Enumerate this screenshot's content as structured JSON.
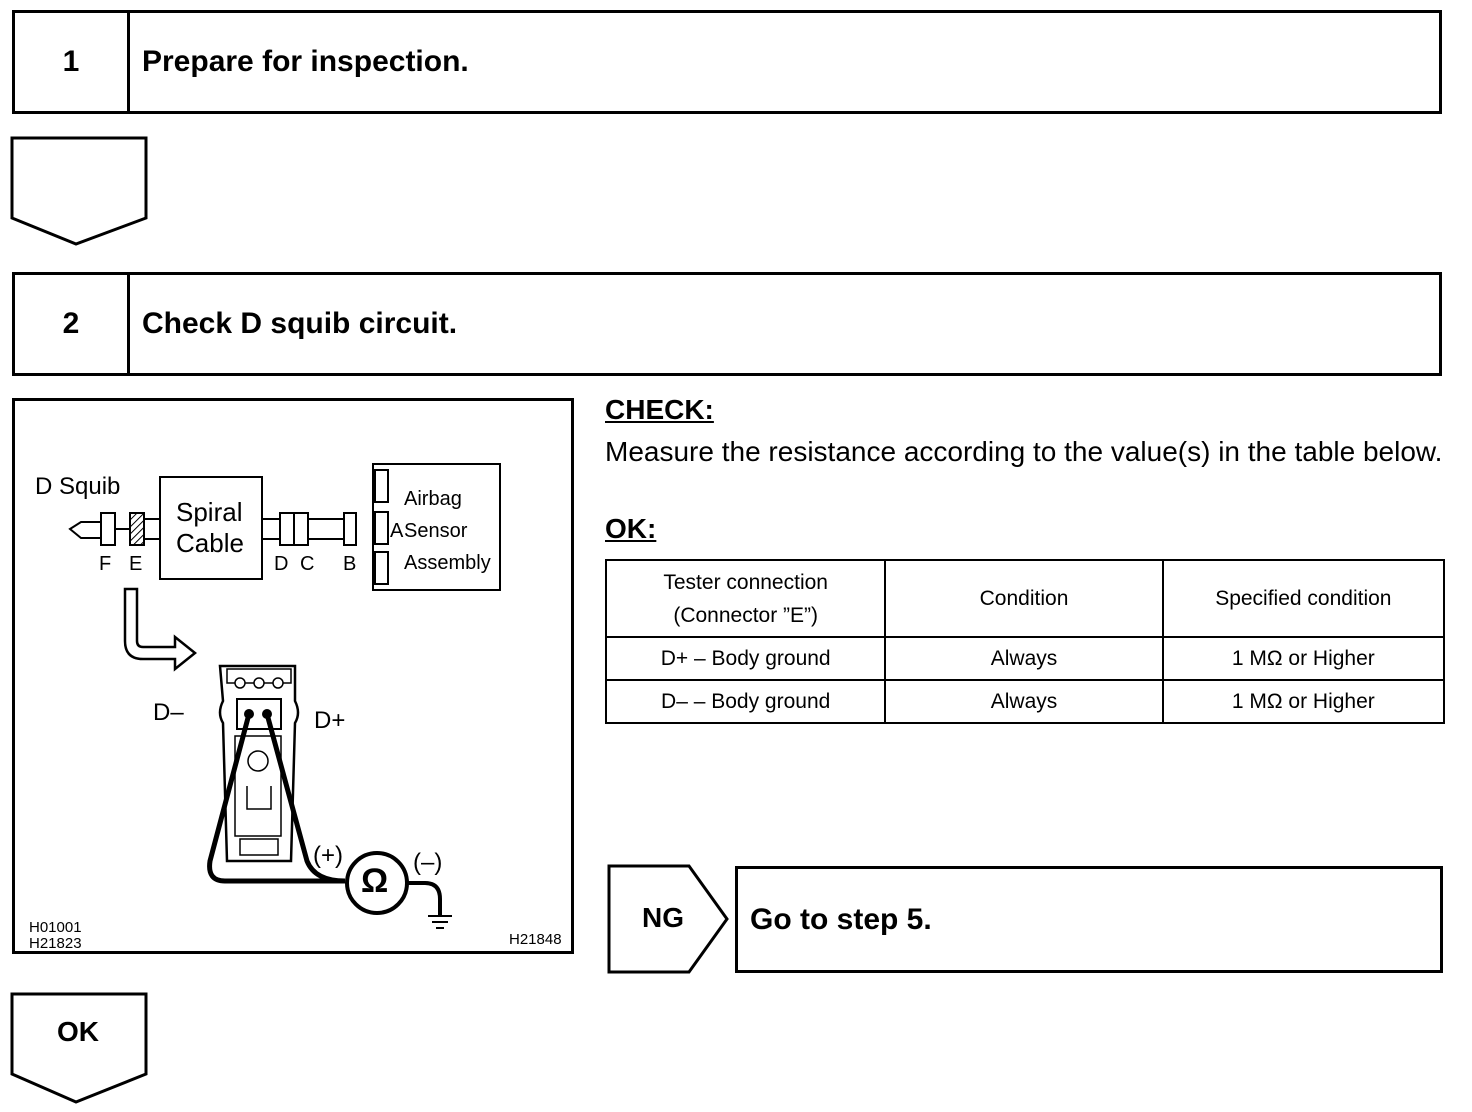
{
  "step1": {
    "number": "1",
    "title": "Prepare for inspection."
  },
  "step2": {
    "number": "2",
    "title": "Check D squib circuit."
  },
  "figure": {
    "d_squib": "D Squib",
    "spiral": "Spiral",
    "cable": "Cable",
    "airbag": "Airbag",
    "sensor_a": "A",
    "sensor": "Sensor",
    "assembly": "Assembly",
    "conn_f": "F",
    "conn_e": "E",
    "conn_d": "D",
    "conn_c": "C",
    "conn_b": "B",
    "d_minus": "D–",
    "d_plus": "D+",
    "plus_lead": "(+)",
    "minus_lead": "(–)",
    "ohm": "Ω",
    "code1": "H01001",
    "code2": "H21823",
    "code3": "H21848"
  },
  "check": {
    "heading": "CHECK:",
    "body": "Measure the resistance according to the value(s) in the table below.",
    "ok_heading": "OK:"
  },
  "table": {
    "headers": [
      "Tester connection",
      "(Connector ”E”)",
      "Condition",
      "Specified condition"
    ],
    "rows": [
      [
        "D+ – Body ground",
        "Always",
        "1 MΩ or Higher"
      ],
      [
        "D– – Body ground",
        "Always",
        "1 MΩ or Higher"
      ]
    ]
  },
  "ng": {
    "label": "NG",
    "text": "Go to step 5."
  },
  "ok": {
    "label": "OK"
  }
}
